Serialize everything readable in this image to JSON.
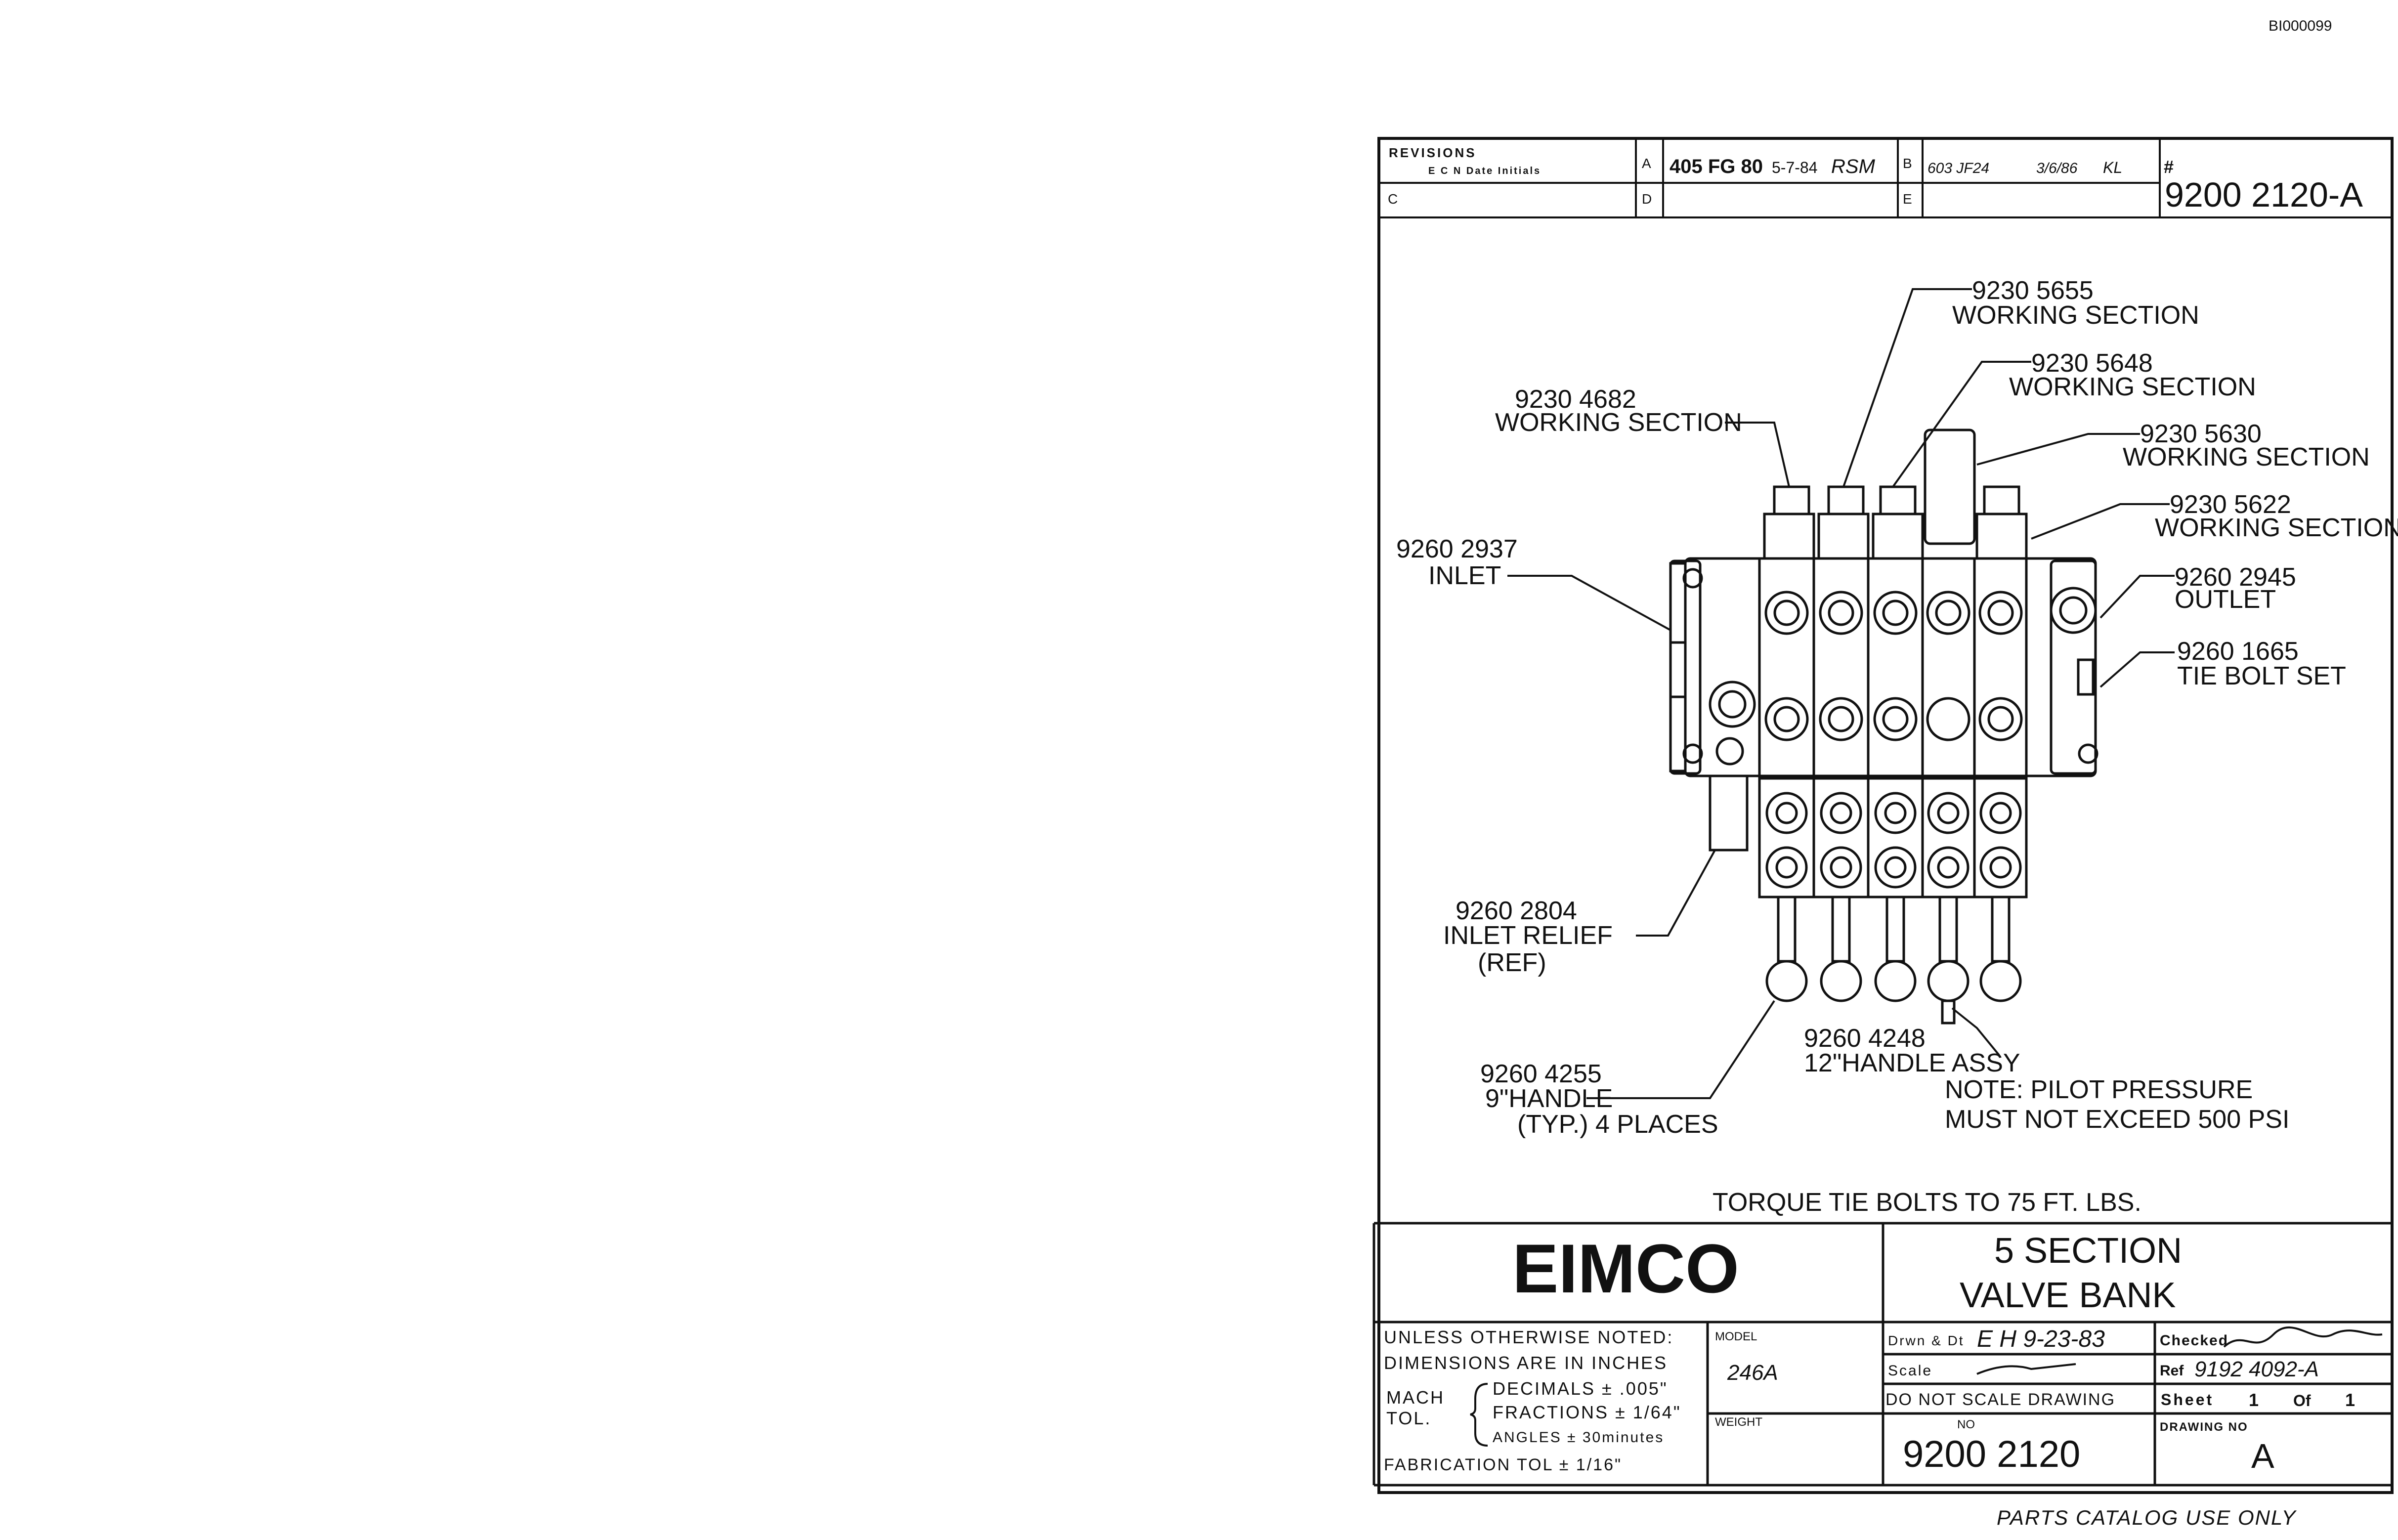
{
  "doc_id": "BI000099",
  "revisions": {
    "title": "REVISIONS",
    "sub": "E C N  Date  Initials",
    "A": {
      "letter": "A",
      "ecn": "405 FG 80",
      "date": "5-7-84",
      "initials": "RSM"
    },
    "B": {
      "letter": "B",
      "ecn": "603 JF24",
      "date": "3/6/86",
      "initials": "KL"
    },
    "C": {
      "letter": "C"
    },
    "D": {
      "letter": "D"
    },
    "E": {
      "letter": "E"
    },
    "part_no": "9200 2120-A",
    "hash": "#"
  },
  "callouts": {
    "ws_5655": {
      "num": "9230 5655",
      "desc": "WORKING SECTION"
    },
    "ws_5648": {
      "num": "9230 5648",
      "desc": "WORKING SECTION"
    },
    "ws_4682": {
      "num": "9230 4682",
      "desc": "WORKING SECTION"
    },
    "ws_5630": {
      "num": "9230 5630",
      "desc": "WORKING SECTION"
    },
    "ws_5622": {
      "num": "9230 5622",
      "desc": "WORKING SECTION"
    },
    "inlet": {
      "num": "9260 2937",
      "desc": "INLET"
    },
    "outlet": {
      "num": "9260 2945",
      "desc": "OUTLET"
    },
    "tiebolt": {
      "num": "9260 1665",
      "desc": "TIE BOLT SET"
    },
    "relief": {
      "num": "9260 2804",
      "desc": "INLET RELIEF",
      "ref": "(REF)"
    },
    "handle12": {
      "num": "9260 4248",
      "desc": "12\"HANDLE ASSY"
    },
    "handle9": {
      "num": "9260 4255",
      "desc": "9\"HANDLE",
      "typ": "(TYP.) 4 PLACES"
    }
  },
  "note": {
    "line1": "NOTE: PILOT PRESSURE",
    "line2": "MUST NOT EXCEED 500 PSI"
  },
  "torque": "TORQUE TIE BOLTS TO 75 FT. LBS.",
  "title_block": {
    "company": "EIMCO",
    "title_line1": "5 SECTION",
    "title_line2": "VALVE BANK",
    "unless_1": "UNLESS OTHERWISE NOTED:",
    "unless_2": "DIMENSIONS ARE IN INCHES",
    "mach": "MACH",
    "tol": "TOL.",
    "decimals": "DECIMALS ± .005\"",
    "fractions": "FRACTIONS ± 1/64\"",
    "angles": "ANGLES ± 30minutes",
    "fab_tol": "FABRICATION TOL ± 1/16\"",
    "model_label": "MODEL",
    "model": "246A",
    "weight_label": "WEIGHT",
    "drawn_label": "Drwn & Dt",
    "drawn": "E H 9-23-83",
    "checked_label": "Checked",
    "scale_label": "Scale",
    "ref_label": "Ref",
    "ref": "9192 4092-A",
    "dnsd": "DO NOT SCALE DRAWING",
    "sheet_label": "Sheet",
    "sheet": "1",
    "of_label": "Of",
    "of": "1",
    "no_label": "NO",
    "drawing_no_label": "DRAWING NO",
    "drawing_no": "9200 2120",
    "drawing_rev": "A"
  },
  "footer": "PARTS CATALOG USE ONLY"
}
